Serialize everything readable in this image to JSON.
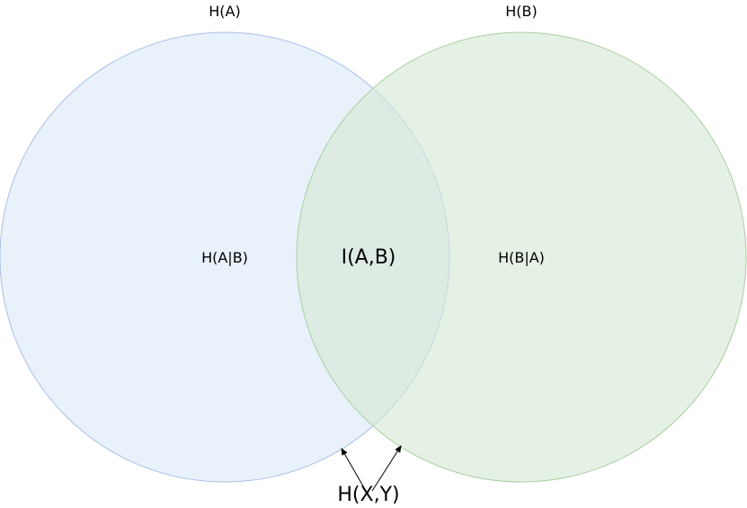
{
  "diagram": {
    "set_a": {
      "label": "H(A)",
      "fill_color": "#dbe7f8",
      "stroke_color": "#a9c0e6"
    },
    "set_b": {
      "label": "H(B)",
      "fill_color": "#d5e8d4",
      "stroke_color": "#a7cf9f"
    },
    "regions": {
      "a_given_b": "H(A|B)",
      "mutual": "I(A,B)",
      "b_given_a": "H(B|A)"
    },
    "joint": {
      "label": "H(X,Y)"
    }
  }
}
